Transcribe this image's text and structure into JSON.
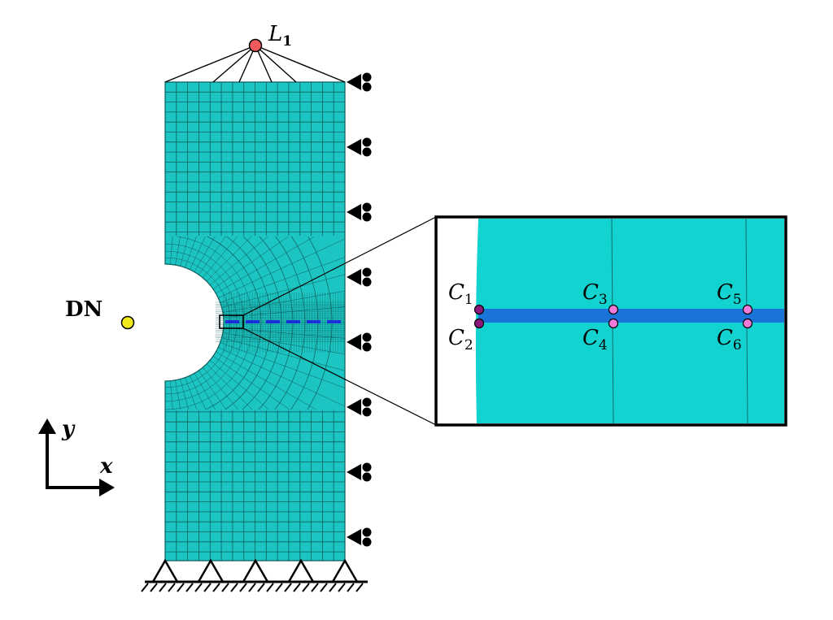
{
  "labels": {
    "load_point_main": "L",
    "load_point_sub": "1",
    "dn": "DN",
    "axis_y": "y",
    "axis_x": "x",
    "points": [
      {
        "main": "C",
        "sub": "1"
      },
      {
        "main": "C",
        "sub": "2"
      },
      {
        "main": "C",
        "sub": "3"
      },
      {
        "main": "C",
        "sub": "4"
      },
      {
        "main": "C",
        "sub": "5"
      },
      {
        "main": "C",
        "sub": "6"
      }
    ]
  },
  "colors": {
    "mesh_fill": "#1cc5c2",
    "mesh_line": "#0d5f5e",
    "inset_fill": "#12d3d0",
    "crack_band": "#1a73d6",
    "crack_dash": "#1a2fd8",
    "load_point": "#f05a5a",
    "dn_point": "#f2e81b",
    "points_dark": "#8b1a7a",
    "points_light": "#f07ad8"
  },
  "icons": {
    "roller_support": "roller-support-icon",
    "pin_support": "pin-support-icon"
  }
}
